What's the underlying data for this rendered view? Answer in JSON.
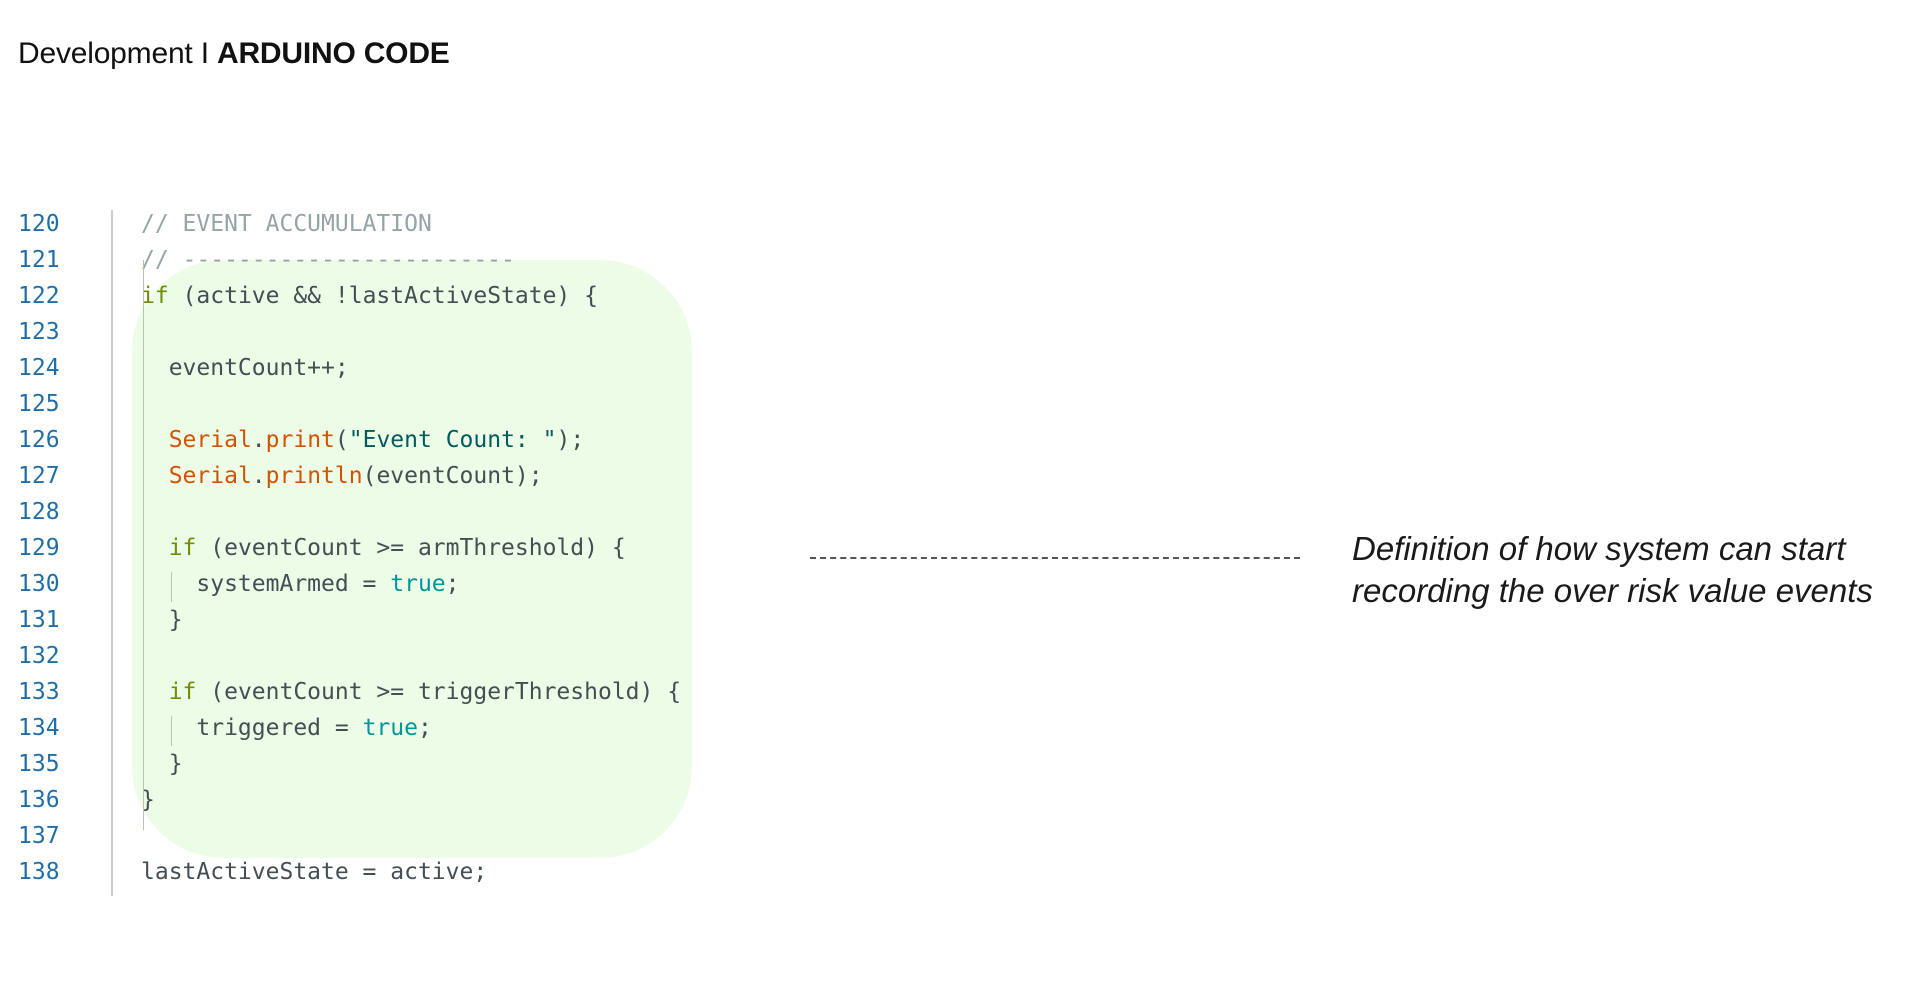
{
  "header": {
    "section": "Development I",
    "topic": "ARDUINO CODE"
  },
  "code": {
    "lines": [
      {
        "number": "120",
        "tokens": [
          {
            "t": "// EVENT ACCUMULATION",
            "c": "comment"
          }
        ]
      },
      {
        "number": "121",
        "tokens": [
          {
            "t": "// ------------------------",
            "c": "comment"
          }
        ]
      },
      {
        "number": "122",
        "tokens": [
          {
            "t": "if",
            "c": "kw"
          },
          {
            "t": " (active && !lastActiveState) {",
            "c": ""
          }
        ]
      },
      {
        "number": "123",
        "tokens": []
      },
      {
        "number": "124",
        "tokens": [
          {
            "t": "  eventCount++;",
            "c": ""
          }
        ]
      },
      {
        "number": "125",
        "tokens": []
      },
      {
        "number": "126",
        "tokens": [
          {
            "t": "  ",
            "c": ""
          },
          {
            "t": "Serial",
            "c": "fn"
          },
          {
            "t": ".",
            "c": ""
          },
          {
            "t": "print",
            "c": "fn"
          },
          {
            "t": "(",
            "c": ""
          },
          {
            "t": "\"Event Count: \"",
            "c": "str"
          },
          {
            "t": ");",
            "c": ""
          }
        ]
      },
      {
        "number": "127",
        "tokens": [
          {
            "t": "  ",
            "c": ""
          },
          {
            "t": "Serial",
            "c": "fn"
          },
          {
            "t": ".",
            "c": ""
          },
          {
            "t": "println",
            "c": "fn"
          },
          {
            "t": "(eventCount);",
            "c": ""
          }
        ]
      },
      {
        "number": "128",
        "tokens": []
      },
      {
        "number": "129",
        "tokens": [
          {
            "t": "  ",
            "c": ""
          },
          {
            "t": "if",
            "c": "kw"
          },
          {
            "t": " (eventCount >= armThreshold) {",
            "c": ""
          }
        ]
      },
      {
        "number": "130",
        "tokens": [
          {
            "t": "    systemArmed = ",
            "c": ""
          },
          {
            "t": "true",
            "c": "lit"
          },
          {
            "t": ";",
            "c": ""
          }
        ]
      },
      {
        "number": "131",
        "tokens": [
          {
            "t": "  }",
            "c": ""
          }
        ]
      },
      {
        "number": "132",
        "tokens": []
      },
      {
        "number": "133",
        "tokens": [
          {
            "t": "  ",
            "c": ""
          },
          {
            "t": "if",
            "c": "kw"
          },
          {
            "t": " (eventCount >= triggerThreshold) {",
            "c": ""
          }
        ]
      },
      {
        "number": "134",
        "tokens": [
          {
            "t": "    triggered = ",
            "c": ""
          },
          {
            "t": "true",
            "c": "lit"
          },
          {
            "t": ";",
            "c": ""
          }
        ]
      },
      {
        "number": "135",
        "tokens": [
          {
            "t": "  }",
            "c": ""
          }
        ]
      },
      {
        "number": "136",
        "tokens": [
          {
            "t": "}",
            "c": ""
          }
        ]
      },
      {
        "number": "137",
        "tokens": []
      },
      {
        "number": "138",
        "tokens": [
          {
            "t": "lastActiveState = active;",
            "c": ""
          }
        ]
      }
    ]
  },
  "annotation": {
    "text": "Definition of how system can start recording the over risk value events"
  },
  "colors": {
    "highlight": "#edfce6",
    "line_number": "#1e6fa8",
    "keyword": "#728e00",
    "function": "#d35400",
    "literal": "#00979c",
    "comment": "#95a5a6"
  }
}
